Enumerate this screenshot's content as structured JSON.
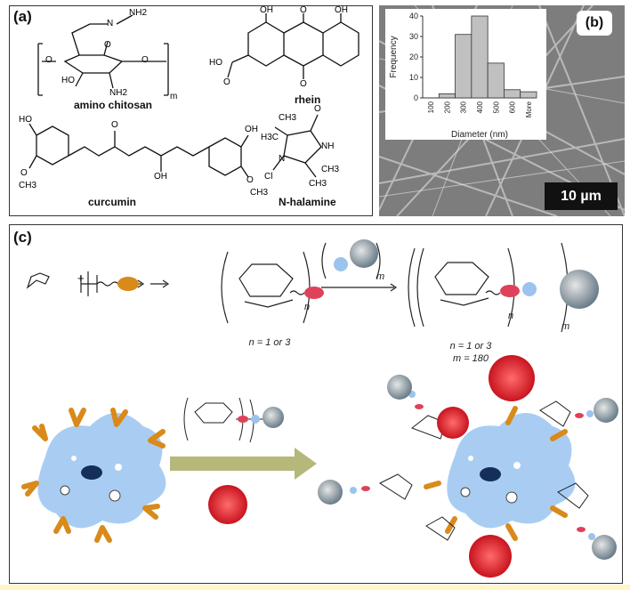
{
  "panel_a": {
    "label": "(a)",
    "compounds": [
      {
        "name": "amino chitosan",
        "atoms": [
          "NH2",
          "HO",
          "NH2",
          "O",
          "O",
          "O",
          "N",
          "m"
        ]
      },
      {
        "name": "rhein",
        "atoms": [
          "OH",
          "O",
          "OH",
          "HO",
          "O",
          "O"
        ]
      },
      {
        "name": "curcumin",
        "atoms": [
          "HO",
          "O",
          "CH3",
          "O",
          "OH",
          "OH",
          "O",
          "CH3"
        ]
      },
      {
        "name": "N-halamine",
        "atoms": [
          "O",
          "CH3",
          "H3C",
          "NH",
          "N",
          "Cl",
          "CH3",
          "CH3"
        ]
      }
    ]
  },
  "panel_b": {
    "label": "(b)",
    "scale_bar": "10 µm",
    "colors": {
      "bar": "#c0c0c0",
      "background": "#8a8a8a"
    }
  },
  "chart_data": {
    "type": "bar",
    "categories": [
      "100",
      "200",
      "300",
      "400",
      "500",
      "600",
      "More"
    ],
    "values": [
      0,
      2,
      31,
      40,
      17,
      4,
      3
    ],
    "xlabel": "Diameter (nm)",
    "ylabel": "Frequency",
    "ylim": [
      0,
      40
    ],
    "yticks": [
      "0",
      "10",
      "20",
      "30",
      "40"
    ],
    "grid": false
  },
  "panel_c": {
    "label": "(c)",
    "plus": "+",
    "subscripts": {
      "n": "n",
      "m": "m"
    },
    "caption_1": "n = 1 or 3",
    "caption_2a": "n = 1 or 3",
    "caption_2b": "m = 180",
    "colors": {
      "cell": "#a9cdf2",
      "receptor": "#d98a1a",
      "virus": "#e0313d",
      "arrow": "#b5b87a",
      "link": "#e0415a",
      "bead": "#9cc3ee"
    }
  }
}
